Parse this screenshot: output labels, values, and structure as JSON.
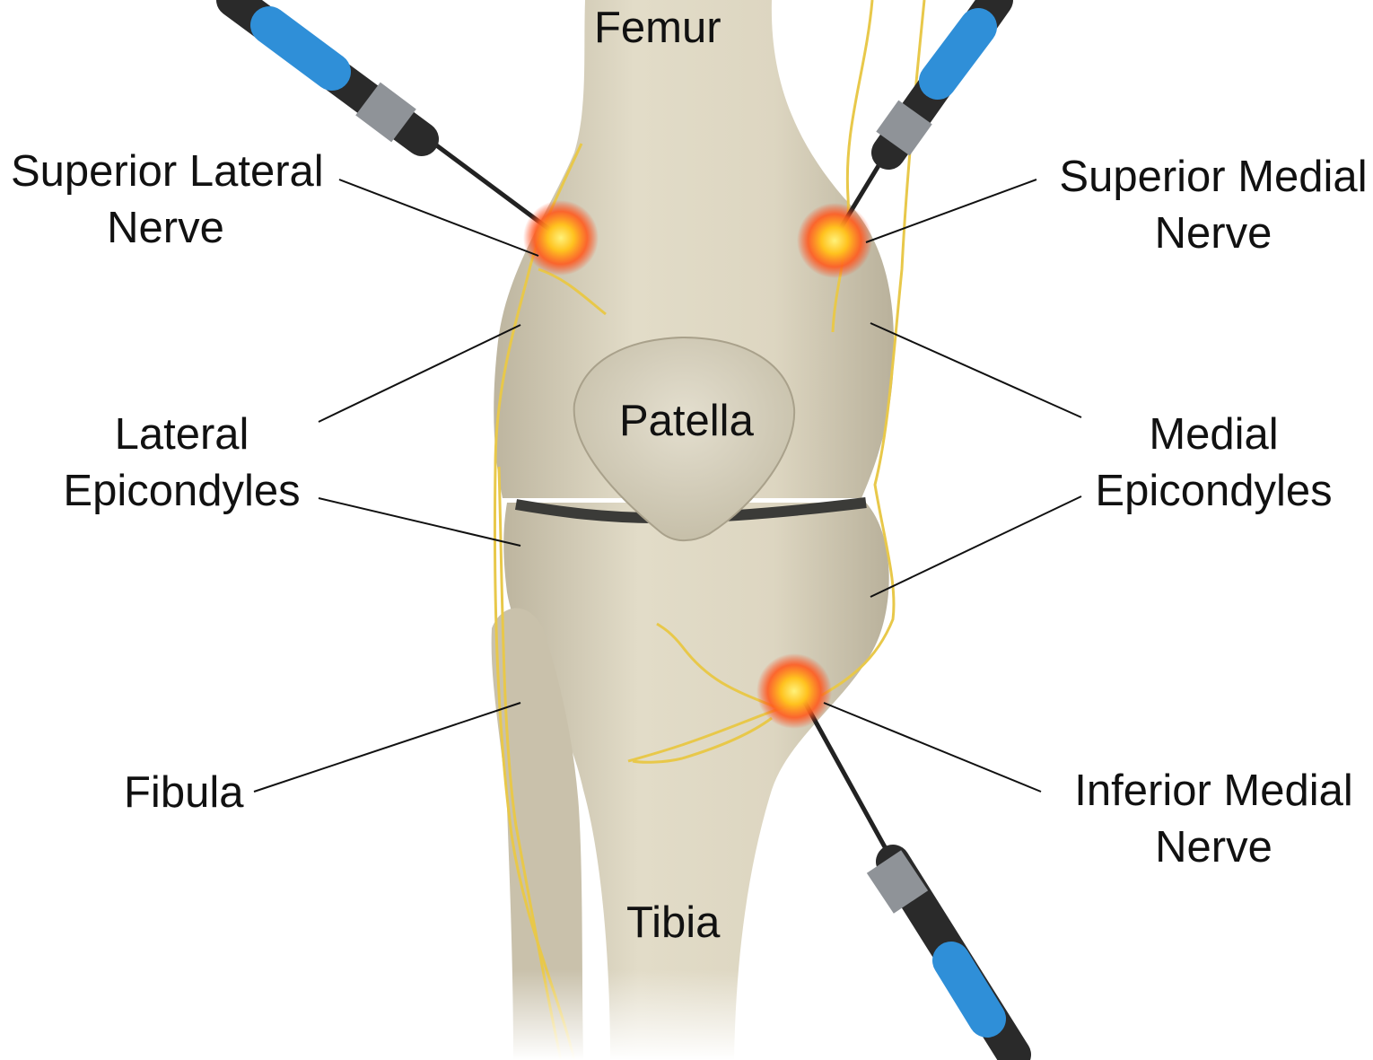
{
  "labels": {
    "femur": "Femur",
    "superior_lateral": [
      "Superior Lateral",
      "Nerve"
    ],
    "superior_medial": [
      "Superior Medial",
      "Nerve"
    ],
    "patella": "Patella",
    "lateral_epicondyles": [
      "Lateral",
      "Epicondyles"
    ],
    "medial_epicondyles": [
      "Medial",
      "Epicondyles"
    ],
    "fibula": "Fibula",
    "inferior_medial": [
      "Inferior Medial",
      "Nerve"
    ],
    "tibia": "Tibia"
  },
  "colors": {
    "bone": "#d9d3bf",
    "bone_shade": "#b8b09a",
    "nerve": "#e8c84a",
    "probe_body": "#2a2a2a",
    "probe_sleeve": "#2f8fd8",
    "ablation_core": "#ffd23a",
    "ablation_glow": "#ff4a1a",
    "leader_line": "#111111"
  }
}
